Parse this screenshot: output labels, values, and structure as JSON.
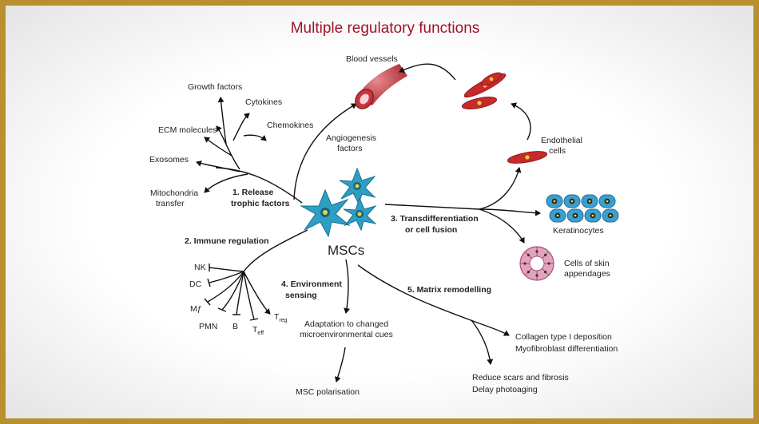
{
  "title": "Multiple regulatory functions",
  "center": "MSCs",
  "functions": {
    "trophic": [
      "1. Release",
      "trophic factors"
    ],
    "immune": "2. Immune regulation",
    "transdiff": [
      "3. Transdifferentiation",
      "or cell fusion"
    ],
    "sensing": [
      "4. Environment",
      "sensing"
    ],
    "matrix": "5. Matrix remodelling"
  },
  "trophic_outputs": {
    "growth": "Growth factors",
    "cytokines": "Cytokines",
    "chemokines": "Chemokines",
    "ecm": "ECM molecules",
    "exosomes": "Exosomes",
    "mito": [
      "Mitochondria",
      "transfer"
    ],
    "angio": [
      "Angiogenesis",
      "factors"
    ],
    "blood": "Blood vessels"
  },
  "immune_targets": {
    "nk": "NK",
    "dc": "DC",
    "mf": "Mƒ",
    "pmn": "PMN",
    "b": "B",
    "teff": "T",
    "teff_sub": "eff",
    "treg": "T",
    "treg_sub": "reg"
  },
  "transdiff_outputs": {
    "endothelial": [
      "Endothelial",
      "cells"
    ],
    "keratinocytes": "Keratinocytes",
    "skin": [
      "Cells of skin",
      "appendages"
    ]
  },
  "sensing_outputs": {
    "adaptation": [
      "Adaptation to changed",
      "microenvironmental cues"
    ],
    "polarisation": "MSC polarisation"
  },
  "matrix_outputs": {
    "collagen": [
      "Collagen type I deposition",
      "Myofibroblast differentiation"
    ],
    "scars": [
      "Reduce scars and fibrosis",
      "Delay photoaging"
    ]
  },
  "colors": {
    "border": "#b8902e",
    "title": "#a01226",
    "msc": "#2e9fc4",
    "endothelial": "#c8292a",
    "keratinocyte": "#3d9fd0",
    "appendage": "#e6a2bd"
  }
}
